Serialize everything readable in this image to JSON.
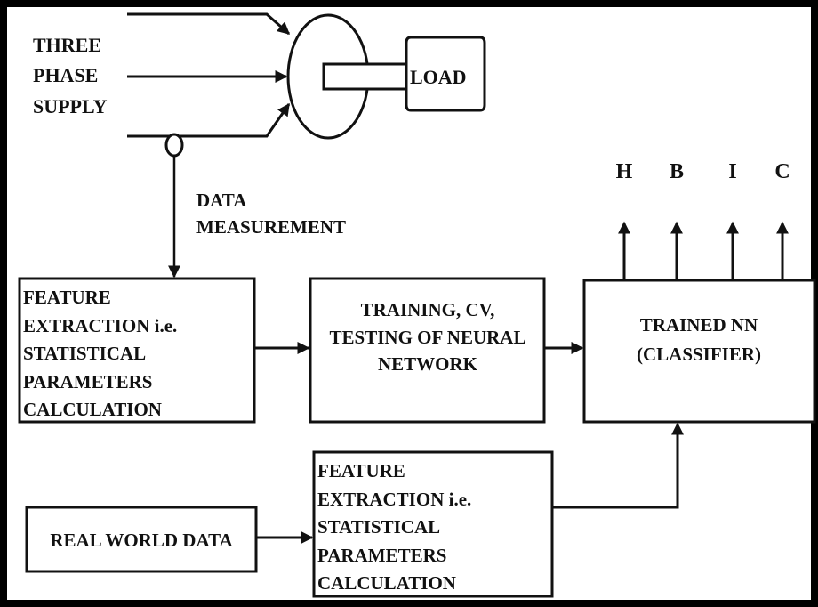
{
  "diagram": {
    "supply_label": [
      "THREE",
      "PHASE",
      "SUPPLY"
    ],
    "load_label": "LOAD",
    "measurement_label": [
      "DATA",
      "MEASUREMENT"
    ],
    "feature_extraction_top": [
      "FEATURE",
      "EXTRACTION i.e.",
      "STATISTICAL",
      "PARAMETERS",
      "CALCULATION"
    ],
    "training_label": [
      "TRAINING, CV,",
      "TESTING OF NEURAL",
      "NETWORK"
    ],
    "classifier_label": [
      "TRAINED NN",
      "(CLASSIFIER)"
    ],
    "outputs": [
      "H",
      "B",
      "I",
      "C"
    ],
    "real_world_label": "REAL WORLD DATA",
    "feature_extraction_bottom": [
      "FEATURE",
      "EXTRACTION i.e.",
      "STATISTICAL",
      "PARAMETERS",
      "CALCULATION"
    ]
  },
  "colors": {
    "frame": "#000000",
    "line": "#111111",
    "background": "#ffffff"
  }
}
